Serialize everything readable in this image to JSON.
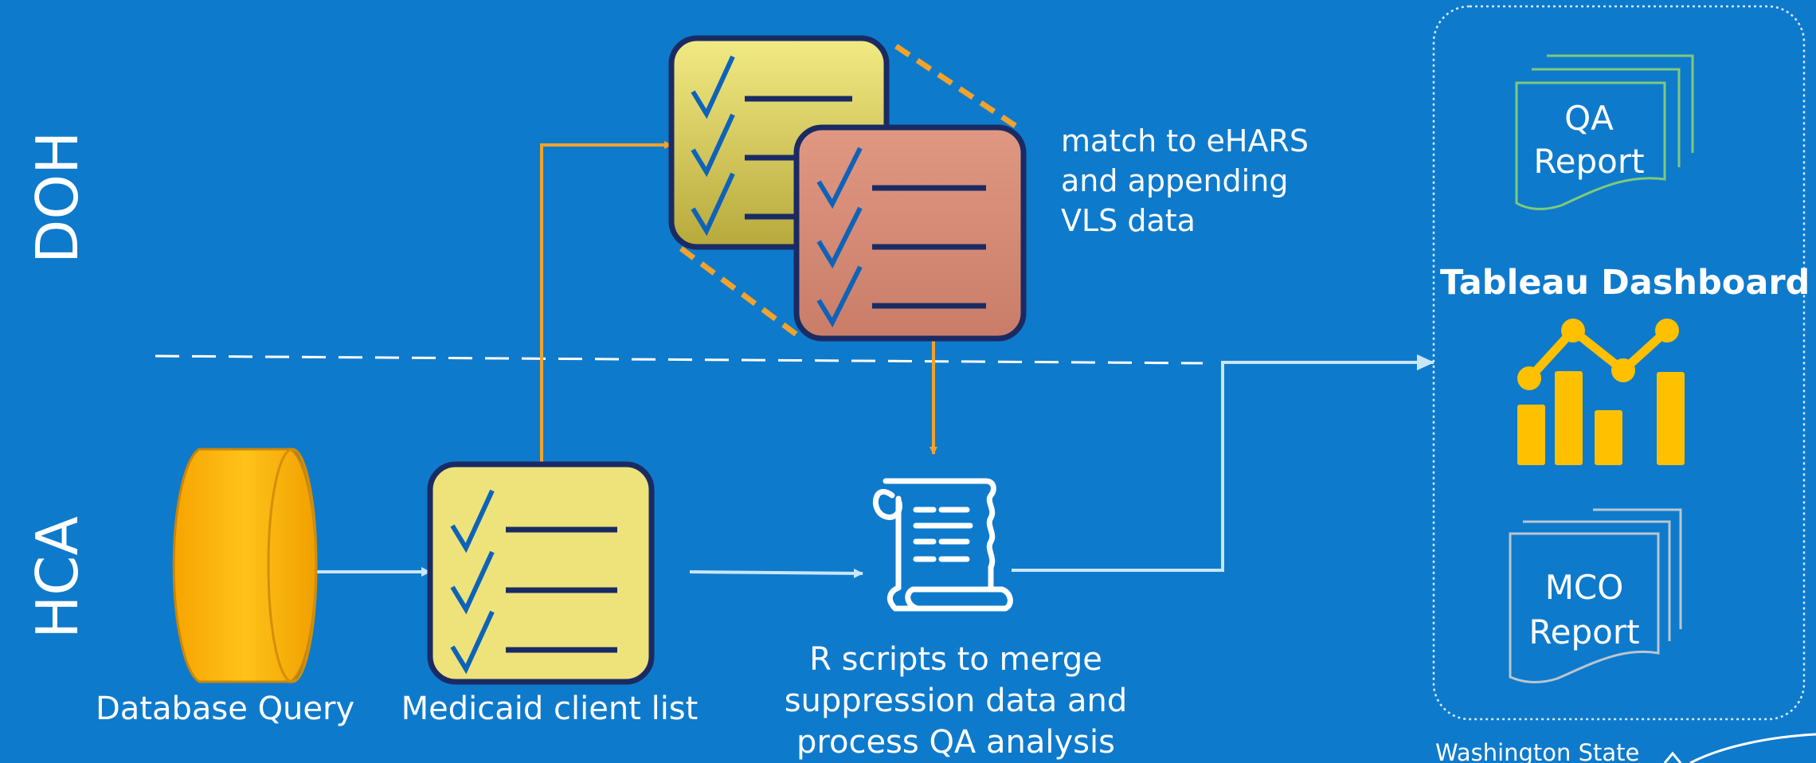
{
  "lanes": {
    "top": "DOH",
    "bottom": "HCA"
  },
  "nodes": {
    "database": "Database Query",
    "client_list": "Medicaid client list",
    "match_lines": [
      "match to eHARS",
      "and appending",
      "VLS data"
    ],
    "r_scripts_lines": [
      "R scripts to merge",
      "suppression data and",
      "process QA analysis"
    ]
  },
  "outputs": {
    "qa_report_lines": [
      "QA",
      "Report"
    ],
    "dashboard_title": "Tableau Dashboard",
    "mco_report_lines": [
      "MCO",
      "Report"
    ]
  },
  "footer": {
    "org_partial": "Washington State"
  },
  "colors": {
    "background": "#0e7acc",
    "orange": "#f2a32b",
    "yellow_check": "#eee37a",
    "salmon_check": "#d98a78",
    "cylinder": "#fbb400",
    "dashboard_icon": "#ffc000",
    "connector_light": "#c9e6fb",
    "report_green": "#7fc97a",
    "report_gray": "#b9c6cf"
  },
  "icons": [
    "database-cylinder-icon",
    "checklist-icon",
    "script-scroll-icon",
    "line-bar-chart-icon",
    "document-stack-icon"
  ]
}
